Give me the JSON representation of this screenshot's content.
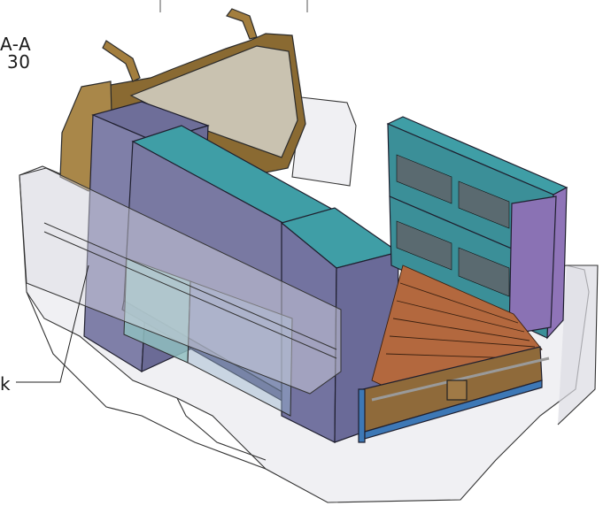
{
  "drawing": {
    "section_label": "A-A",
    "scale_label": "30",
    "callout_label": "k"
  },
  "colors": {
    "body_ghost": "#e6e6ea",
    "cabinet_side": "#7f7fa8",
    "cabinet_top": "#3f9ea6",
    "cabinet_accent": "#8f74b8",
    "door_frame": "#8a6a32",
    "floor": "#b3683e",
    "bumper": "#8f6a3a",
    "bumper_trim": "#3d78b6",
    "glass_panel": "#8fbec0"
  }
}
